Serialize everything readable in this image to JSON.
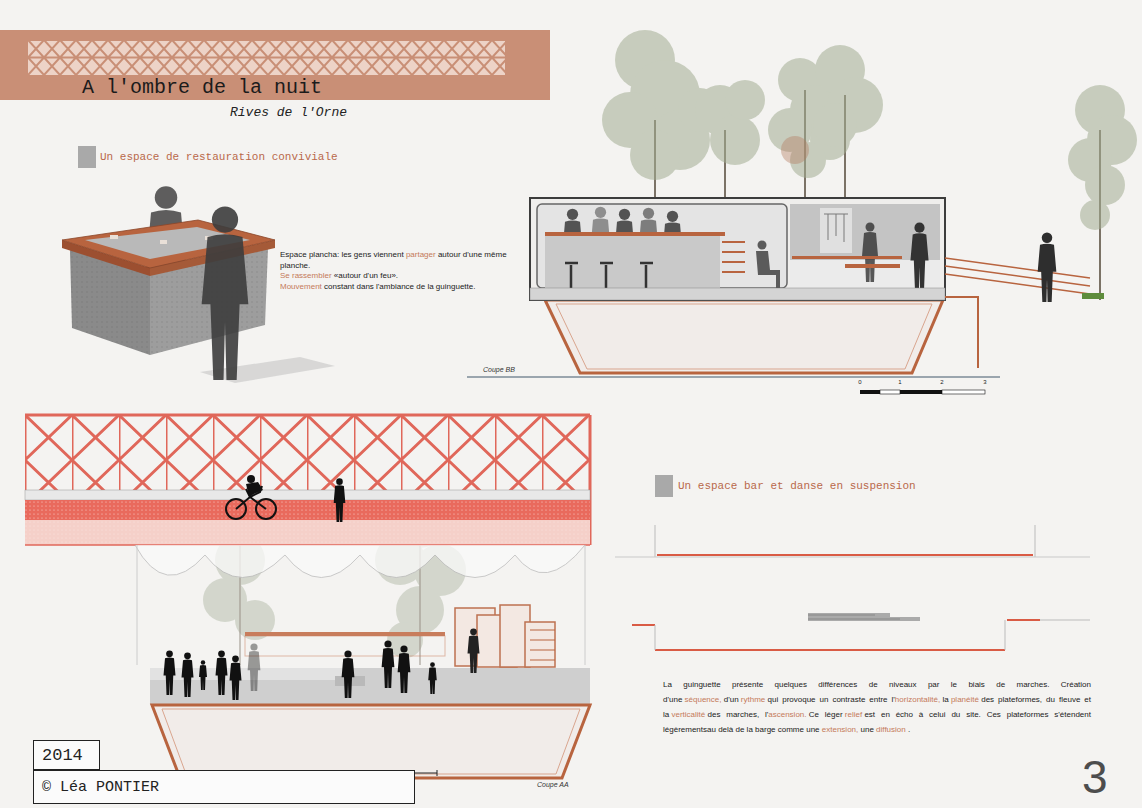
{
  "diagram": {
    "title": "A l'ombre de la nuit",
    "nodes": [
      {
        "text": [
          "2014"
        ]
      },
      {
        "text": [
          "© Léa PONTIER"
        ]
      }
    ],
    "labels": [
      "Rives de l'Orne",
      "Un espace de restauration conviviale",
      "Espace plancha: les gens viennent",
      "partager",
      "autour d'une même planche.",
      "Se rassembler",
      "«autour d'un feu».",
      "Mouvement",
      "constant dans l'ambiance de la guinguette.",
      "Coupe BB",
      "0",
      "1",
      "2",
      "3",
      "Coupe AA",
      "Un espace bar et danse en suspension",
      "La guinguette présente quelques différences de niveaux par le biais de marches. Création d'une",
      "séquence,",
      "d'un",
      "rythme",
      "qui provoque un contraste entre l'",
      "horizontalité,",
      "la",
      "planéité",
      "des plateformes, du fleuve et la",
      "verticalité",
      "des marches, l'",
      "ascension.",
      "Ce léger",
      "relief",
      "est en écho à celui du site. Ces plateformes s'étendent légèrementsau delà de la barge comme une",
      "extension,",
      "une",
      "diffusion",
      ".",
      "3"
    ]
  }
}
